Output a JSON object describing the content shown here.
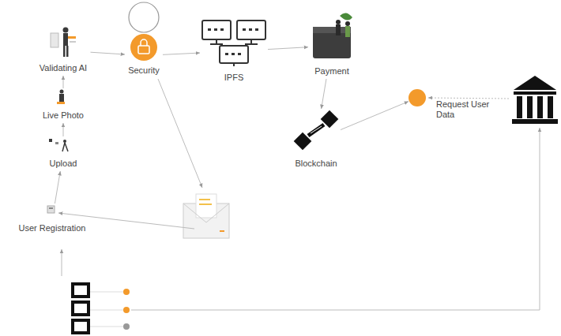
{
  "diagram": {
    "nodes": [
      {
        "text": [
          "Validating AI"
        ]
      },
      {
        "text": [
          "Live Photo"
        ]
      },
      {
        "text": [
          "Upload"
        ]
      },
      {
        "text": [
          "User Registration"
        ]
      },
      {
        "text": [
          "Security"
        ]
      },
      {
        "text": [
          "IPFS"
        ]
      },
      {
        "text": [
          "Payment"
        ]
      },
      {
        "text": [
          "Blockchain"
        ]
      },
      {
        "text": [
          "Request User Data"
        ]
      }
    ],
    "edges": [
      {
        "from": 0,
        "to": 4,
        "arrow": "to"
      },
      {
        "from": 4,
        "to": 5,
        "arrow": "to"
      },
      {
        "from": 5,
        "to": 6,
        "arrow": "to"
      },
      {
        "from": 6,
        "to": 7,
        "arrow": "to"
      },
      {
        "from": 7,
        "to": 8,
        "arrow": "to"
      },
      {
        "from": 3,
        "to": 2,
        "arrow": "to"
      },
      {
        "from": 2,
        "to": 1,
        "arrow": "to"
      },
      {
        "from": 1,
        "to": 0,
        "arrow": "to"
      }
    ]
  }
}
